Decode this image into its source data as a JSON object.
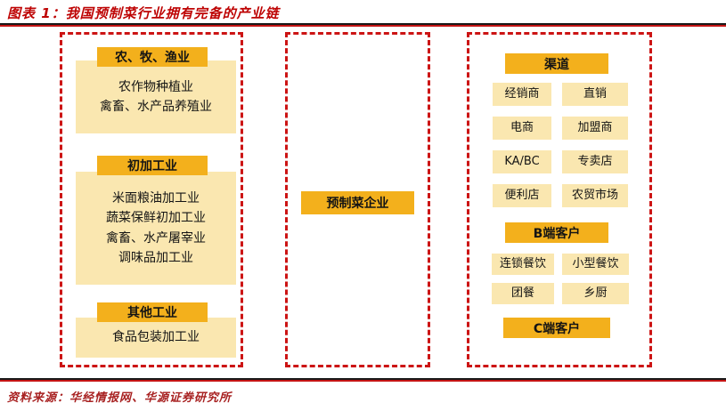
{
  "title": "图表 1：我国预制菜行业拥有完备的产业链",
  "source": "资料来源：华经情报网、华源证券研究所",
  "colors": {
    "accent_gold": "#F3B01C",
    "pale_yellow": "#FAE7B0",
    "dashed_border_red": "#CC1414",
    "title_red": "#BE0404",
    "source_red": "#A82222",
    "text": "#141414"
  },
  "upstream": {
    "sections": [
      {
        "header": "农、牧、渔业",
        "body": "农作物种植业\n禽畜、水产品养殖业"
      },
      {
        "header": "初加工业",
        "body": "米面粮油加工业\n蔬菜保鲜初加工业\n禽畜、水产屠宰业\n调味品加工业"
      },
      {
        "header": "其他工业",
        "body": "食品包装加工业"
      }
    ]
  },
  "midstream": {
    "company_label": "预制菜企业"
  },
  "downstream": {
    "channel_header": "渠道",
    "channels": [
      "经销商",
      "直销",
      "电商",
      "加盟商",
      "KA/BC",
      "专卖店",
      "便利店",
      "农贸市场"
    ],
    "b_header": "B端客户",
    "b_customers": [
      "连锁餐饮",
      "小型餐饮",
      "团餐",
      "乡厨"
    ],
    "c_header": "C端客户"
  }
}
